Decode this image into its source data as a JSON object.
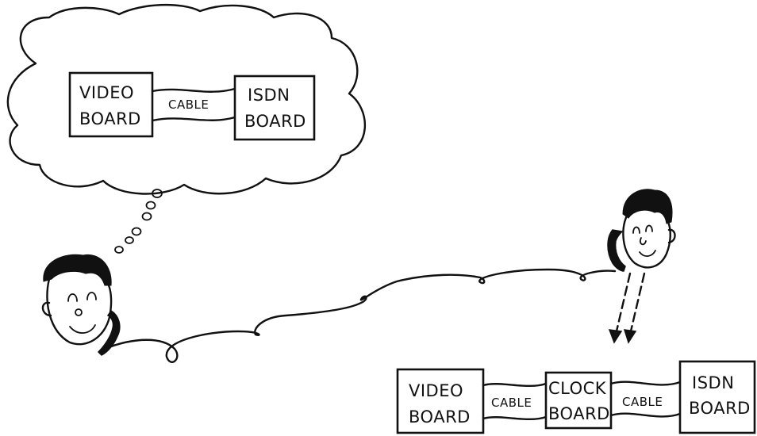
{
  "thought_bubble": {
    "left_box": {
      "line1": "VIDEO",
      "line2": "BOARD"
    },
    "cable": "CABLE",
    "right_box": {
      "line1": "ISDN",
      "line2": "BOARD"
    }
  },
  "actual_setup": {
    "video_box": {
      "line1": "VIDEO",
      "line2": "BOARD"
    },
    "cable_1": "CABLE",
    "clock_box": {
      "line1": "CLOCK",
      "line2": "BOARD"
    },
    "cable_2": "CABLE",
    "isdn_box": {
      "line1": "ISDN",
      "line2": "BOARD"
    }
  }
}
